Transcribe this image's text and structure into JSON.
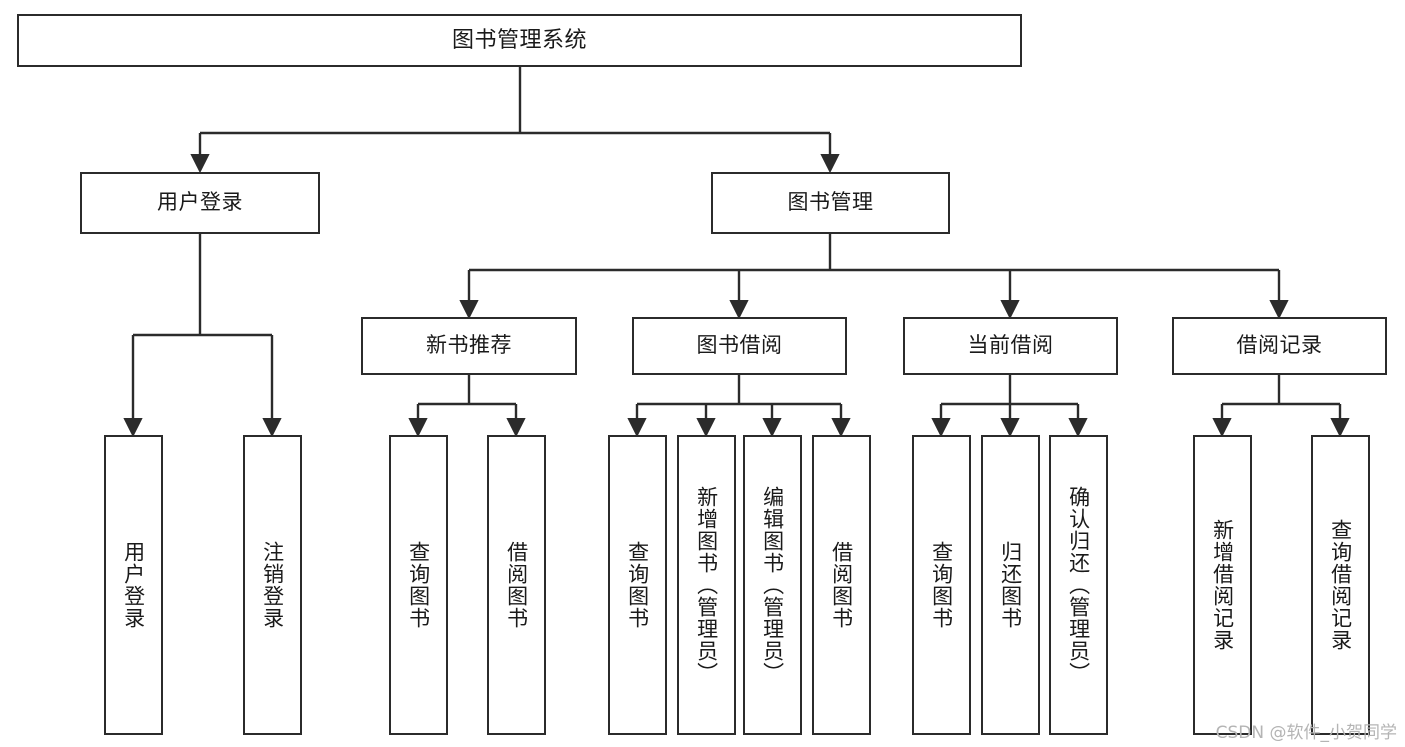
{
  "diagram": {
    "kind": "tree-hierarchy-chart",
    "title": "图书管理系统",
    "watermark": "CSDN @软件_小贺同学",
    "colors": {
      "stroke": "#2b2b2b",
      "fill": "#ffffff",
      "text": "#1a1a1a",
      "watermark": "#b4b4b4"
    },
    "nodes": {
      "root": "图书管理系统",
      "level1": {
        "user_login": "用户登录",
        "book_manage": "图书管理"
      },
      "level2": {
        "new_book_rec": "新书推荐",
        "book_borrow": "图书借阅",
        "current_borrow": "当前借阅",
        "borrow_record": "借阅记录"
      },
      "leaves": {
        "user_login_1": "用户登录",
        "user_login_2": "注销登录",
        "new_book_rec_1": "查询图书",
        "new_book_rec_2": "借阅图书",
        "book_borrow_1": "查询图书",
        "book_borrow_2": "新增图书（管理员）",
        "book_borrow_3": "编辑图书（管理员）",
        "book_borrow_4": "借阅图书",
        "current_borrow_1": "查询图书",
        "current_borrow_2": "归还图书",
        "current_borrow_3": "确认归还（管理员）",
        "borrow_record_1": "新增借阅记录",
        "borrow_record_2": "查询借阅记录"
      }
    }
  }
}
